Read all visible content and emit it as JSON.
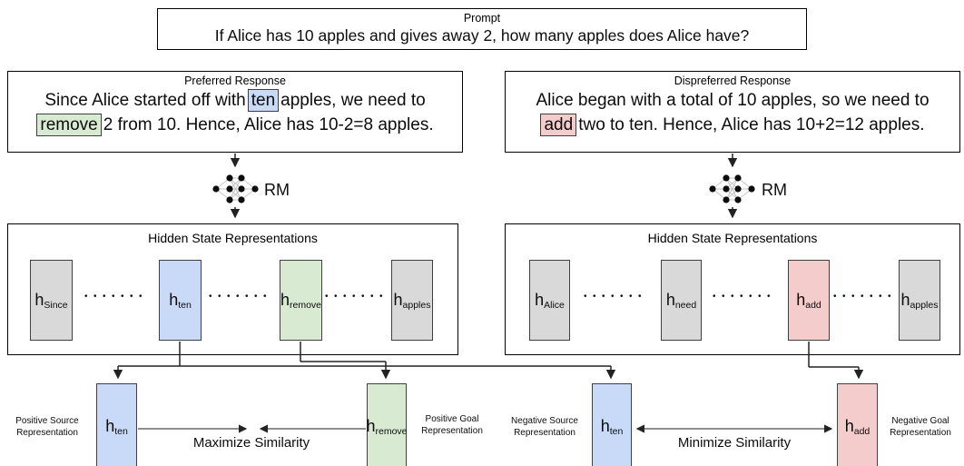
{
  "prompt": {
    "title": "Prompt",
    "text": "If Alice has 10 apples and gives away 2, how many apples does Alice have?"
  },
  "preferred": {
    "title": "Preferred Response",
    "line1_pre": "Since Alice started off with",
    "highlight_source": "ten",
    "line1_post": "apples, we need to",
    "highlight_goal": "remove",
    "line2_post": "2 from 10. Hence, Alice has 10-2=8 apples."
  },
  "dispreferred": {
    "title": "Dispreferred Response",
    "line1": "Alice began with a total of 10 apples, so we need to",
    "highlight_goal": "add",
    "line2_post": "two to ten. Hence, Alice has 10+2=12 apples."
  },
  "rm_label": "RM",
  "hidden_left": {
    "title": "Hidden State Representations",
    "tokens": [
      {
        "base": "h",
        "sub": "Since"
      },
      {
        "base": "h",
        "sub": "ten"
      },
      {
        "base": "h",
        "sub": "remove"
      },
      {
        "base": "h",
        "sub": "apples"
      }
    ],
    "dots": "•••••••"
  },
  "hidden_right": {
    "title": "Hidden State Representations",
    "tokens": [
      {
        "base": "h",
        "sub": "Alice"
      },
      {
        "base": "h",
        "sub": "need"
      },
      {
        "base": "h",
        "sub": "add"
      },
      {
        "base": "h",
        "sub": "apples"
      }
    ],
    "dots": "•••••••"
  },
  "bottom": {
    "positive_source_label": "Positive Source Representation",
    "positive_goal_label": "Positive Goal Representation",
    "negative_source_label": "Negative Source Representation",
    "negative_goal_label": "Negative Goal Representation",
    "maximize_label": "Maximize Similarity",
    "minimize_label": "Minimize Similarity",
    "pos_source": {
      "base": "h",
      "sub": "ten"
    },
    "pos_goal": {
      "base": "h",
      "sub": "remove"
    },
    "neg_source": {
      "base": "h",
      "sub": "ten"
    },
    "neg_goal": {
      "base": "h",
      "sub": "add"
    }
  },
  "colors": {
    "token_blue": "#c9daf8",
    "token_green": "#d9ead3",
    "token_red": "#f4cccc",
    "token_gray": "#d9d9d9"
  }
}
